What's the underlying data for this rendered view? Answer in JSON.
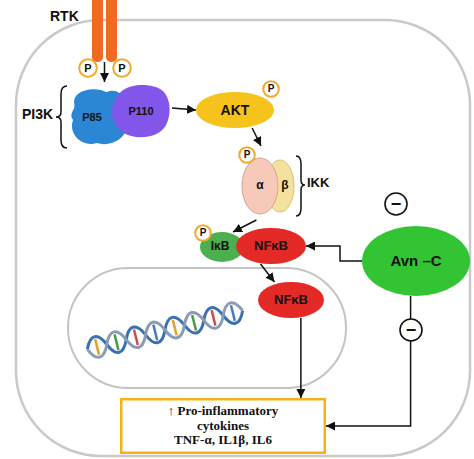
{
  "diagram": {
    "nodes": [
      {
        "text": [
          "RTK"
        ]
      },
      {
        "text": [
          "P"
        ]
      },
      {
        "text": [
          "P"
        ]
      },
      {
        "text": [
          "PI3K"
        ]
      },
      {
        "text": [
          "P85"
        ],
        "in": 3
      },
      {
        "text": [
          "P110"
        ],
        "in": 3
      },
      {
        "text": [
          "AKT"
        ]
      },
      {
        "text": [
          "P"
        ]
      },
      {
        "text": [
          "IKK"
        ]
      },
      {
        "text": [
          "α"
        ],
        "in": 8
      },
      {
        "text": [
          "β"
        ],
        "in": 8
      },
      {
        "text": [
          "P"
        ],
        "in": 8
      },
      {
        "text": [
          "P"
        ]
      },
      {
        "text": [
          "IκB"
        ]
      },
      {
        "text": [
          "NFκB"
        ]
      },
      {
        "text": [
          "−"
        ]
      },
      {
        "text": [
          "Avn –C"
        ]
      },
      {
        "text": [
          "NFκB"
        ]
      },
      {
        "text": [
          "−"
        ]
      },
      {
        "text": [
          "↑ Pro-inflammatory cytokines",
          "TNF-α, IL1β, IL6"
        ]
      }
    ],
    "edges": [
      {
        "from": 0,
        "to": 3,
        "arrow": "to"
      },
      {
        "from": 5,
        "to": 6,
        "arrow": "to"
      },
      {
        "from": 6,
        "to": 8,
        "arrow": "to"
      },
      {
        "from": 8,
        "to": 13,
        "arrow": "to"
      },
      {
        "from": 14,
        "to": 17,
        "arrow": "to"
      },
      {
        "from": 17,
        "to": 19,
        "arrow": "to"
      },
      {
        "from": 16,
        "to": 14,
        "arrow": "to"
      },
      {
        "from": 16,
        "to": 19,
        "arrow": "to"
      }
    ]
  }
}
